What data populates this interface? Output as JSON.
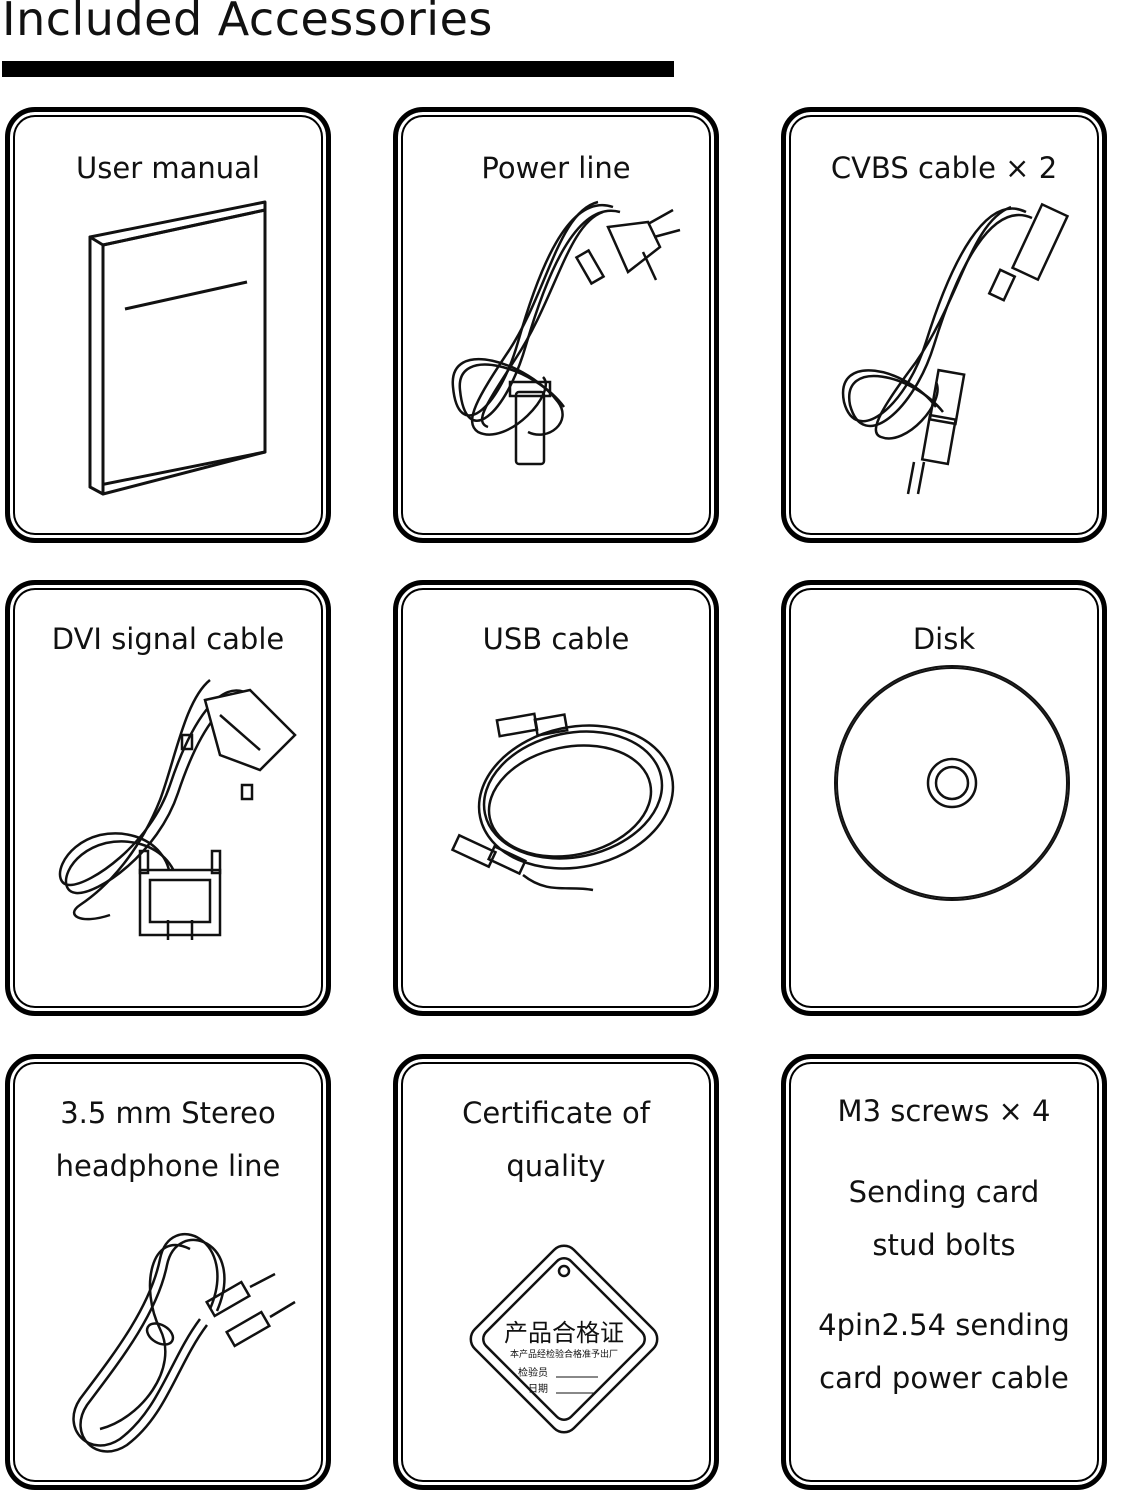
{
  "page": {
    "title": "Included Accessories"
  },
  "cards": [
    {
      "label": "User manual",
      "icon": "manual-book-icon"
    },
    {
      "label": "Power line",
      "icon": "power-cord-icon"
    },
    {
      "label": "CVBS cable × 2",
      "icon": "cvbs-cable-icon"
    },
    {
      "label": "DVI signal cable",
      "icon": "dvi-cable-icon"
    },
    {
      "label": "USB cable",
      "icon": "usb-cable-icon"
    },
    {
      "label": "Disk",
      "icon": "disc-icon"
    },
    {
      "label": "3.5 mm Stereo\nheadphone line",
      "icon": "headphone-cable-icon"
    },
    {
      "label": "Certificate of\nquality",
      "icon": "quality-certificate-tag-icon",
      "tag": {
        "title": "产品合格证",
        "line1": "本产品经检验合格准予出厂",
        "inspector": "检验员",
        "date": "日期"
      }
    },
    {
      "label": "M3 screws × 4",
      "icon": "none",
      "extra1": "Sending card\nstud bolts",
      "extra2": "4pin2.54 sending\ncard power cable"
    }
  ]
}
